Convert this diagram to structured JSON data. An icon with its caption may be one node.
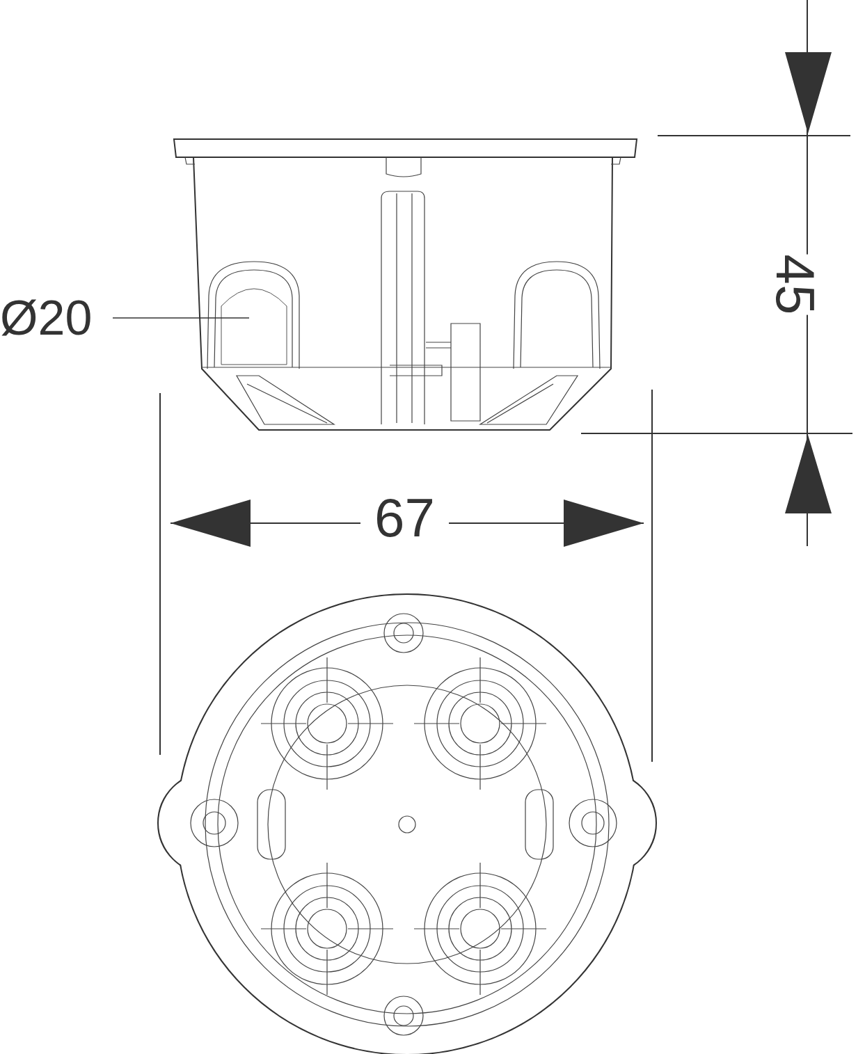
{
  "diagram": {
    "nodes": [
      {
        "text": [
          "Ø20"
        ]
      },
      {
        "text": [],
        "shape": "arch"
      }
    ],
    "edges": [
      {
        "from": 0,
        "to": 1,
        "arrow": "none"
      }
    ],
    "labels": [
      "45",
      "67"
    ]
  }
}
